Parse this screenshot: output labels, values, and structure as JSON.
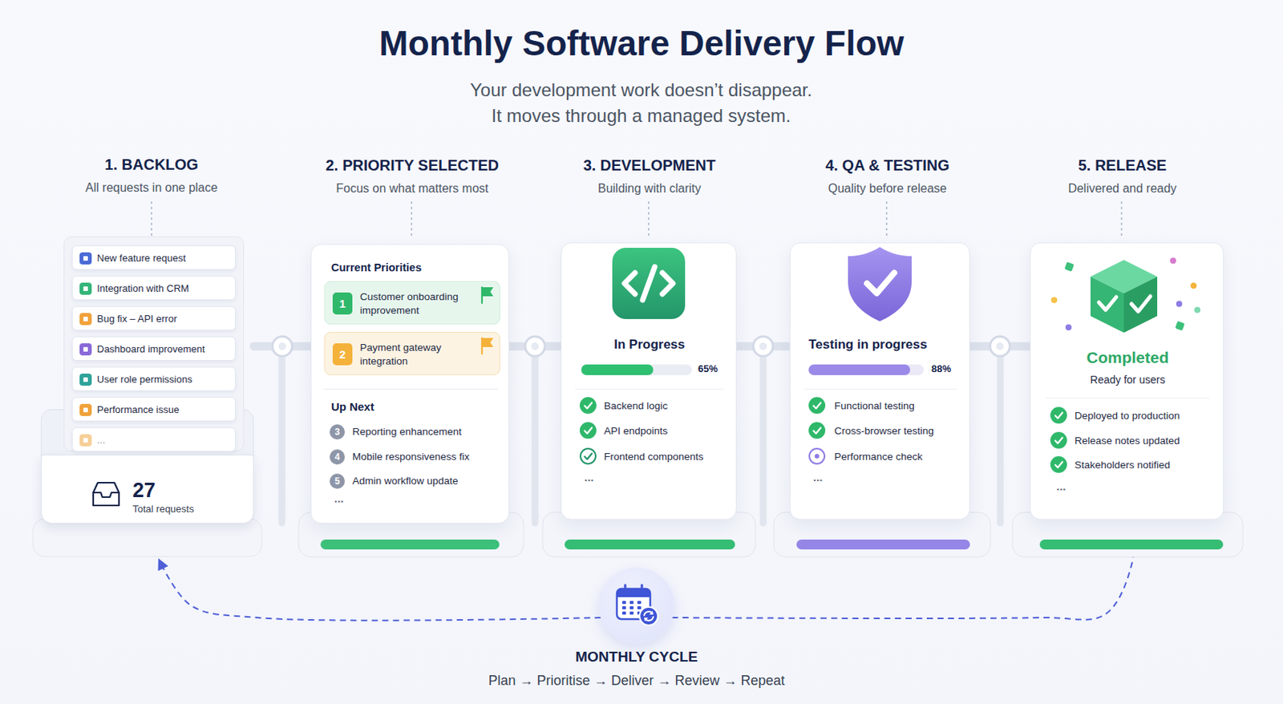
{
  "diagram": {
    "title": "Monthly Software Delivery Flow",
    "caption": "Your development work doesn’t disappear. It moves through a managed system.",
    "nodes": [
      {
        "text": [
          "1. BACKLOG",
          "All requests in one place",
          "27",
          "Total requests"
        ]
      },
      {
        "text": [
          "New feature request"
        ],
        "in": 0
      },
      {
        "text": [
          "Integration with CRM"
        ],
        "in": 0
      },
      {
        "text": [
          "Bug fix – API error"
        ],
        "in": 0
      },
      {
        "text": [
          "Dashboard improvement"
        ],
        "in": 0
      },
      {
        "text": [
          "User role permissions"
        ],
        "in": 0
      },
      {
        "text": [
          "Performance issue"
        ],
        "in": 0
      },
      {
        "text": [
          "..."
        ],
        "in": 0
      },
      {
        "text": [
          "2. PRIORITY SELECTED",
          "Focus on what matters most",
          "Current Priorities",
          "Up Next",
          "3",
          "Reporting enhancement",
          "4",
          "Mobile responsiveness fix",
          "5",
          "Admin workflow update",
          "..."
        ]
      },
      {
        "text": [
          "1",
          "Customer onboarding improvement"
        ],
        "in": 8
      },
      {
        "text": [
          "2",
          "Payment gateway integration"
        ],
        "in": 8
      },
      {
        "text": [
          "3. DEVELOPMENT",
          "Building with clarity",
          "In Progress",
          "65%",
          "Backend logic",
          "API endpoints",
          "Frontend components",
          "..."
        ]
      },
      {
        "text": [
          "4. QA & TESTING",
          "Quality before release",
          "Testing in progress",
          "88%",
          "Functional testing",
          "Cross-browser testing",
          "Performance check",
          "..."
        ]
      },
      {
        "text": [
          "5. RELEASE",
          "Delivered and ready",
          "Completed",
          "Ready for users",
          "Deployed to production",
          "Release notes updated",
          "Stakeholders notified",
          "..."
        ]
      },
      {
        "text": [
          "MONTHLY CYCLE",
          "Plan → Prioritise → Deliver → Review → Repeat"
        ]
      }
    ],
    "edges": [
      {
        "from": 0,
        "to": 8,
        "arrow": "none"
      },
      {
        "from": 8,
        "to": 11,
        "arrow": "none"
      },
      {
        "from": 11,
        "to": 12,
        "arrow": "none"
      },
      {
        "from": 12,
        "to": 13,
        "arrow": "none"
      },
      {
        "from": 13,
        "to": 14,
        "arrow": "none"
      },
      {
        "from": 14,
        "to": 0,
        "arrow": "to"
      }
    ]
  }
}
